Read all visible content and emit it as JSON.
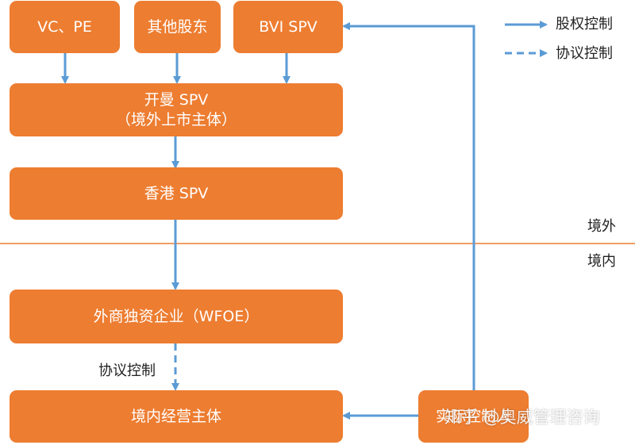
{
  "nodes": {
    "vc_pe": "VC、PE",
    "other_shareholders": "其他股东",
    "bvi_spv": "BVI SPV",
    "cayman_spv": {
      "line1": "开曼 SPV",
      "line2": "（境外上市主体）"
    },
    "hk_spv": "香港 SPV",
    "wfoe": "外商独资企业（WFOE）",
    "domestic_entity": "境内经营主体",
    "actual_controller": "实际控制人"
  },
  "legend": {
    "equity_control": "股权控制",
    "agreement_control": "协议控制"
  },
  "zones": {
    "offshore": "境外",
    "onshore": "境内"
  },
  "edge_labels": {
    "agreement_control": "协议控制"
  },
  "watermark": "知乎 @奥威管理咨询",
  "colors": {
    "box": "#ED7D31",
    "arrow": "#5B9BD5",
    "divider": "#ED7D31"
  }
}
